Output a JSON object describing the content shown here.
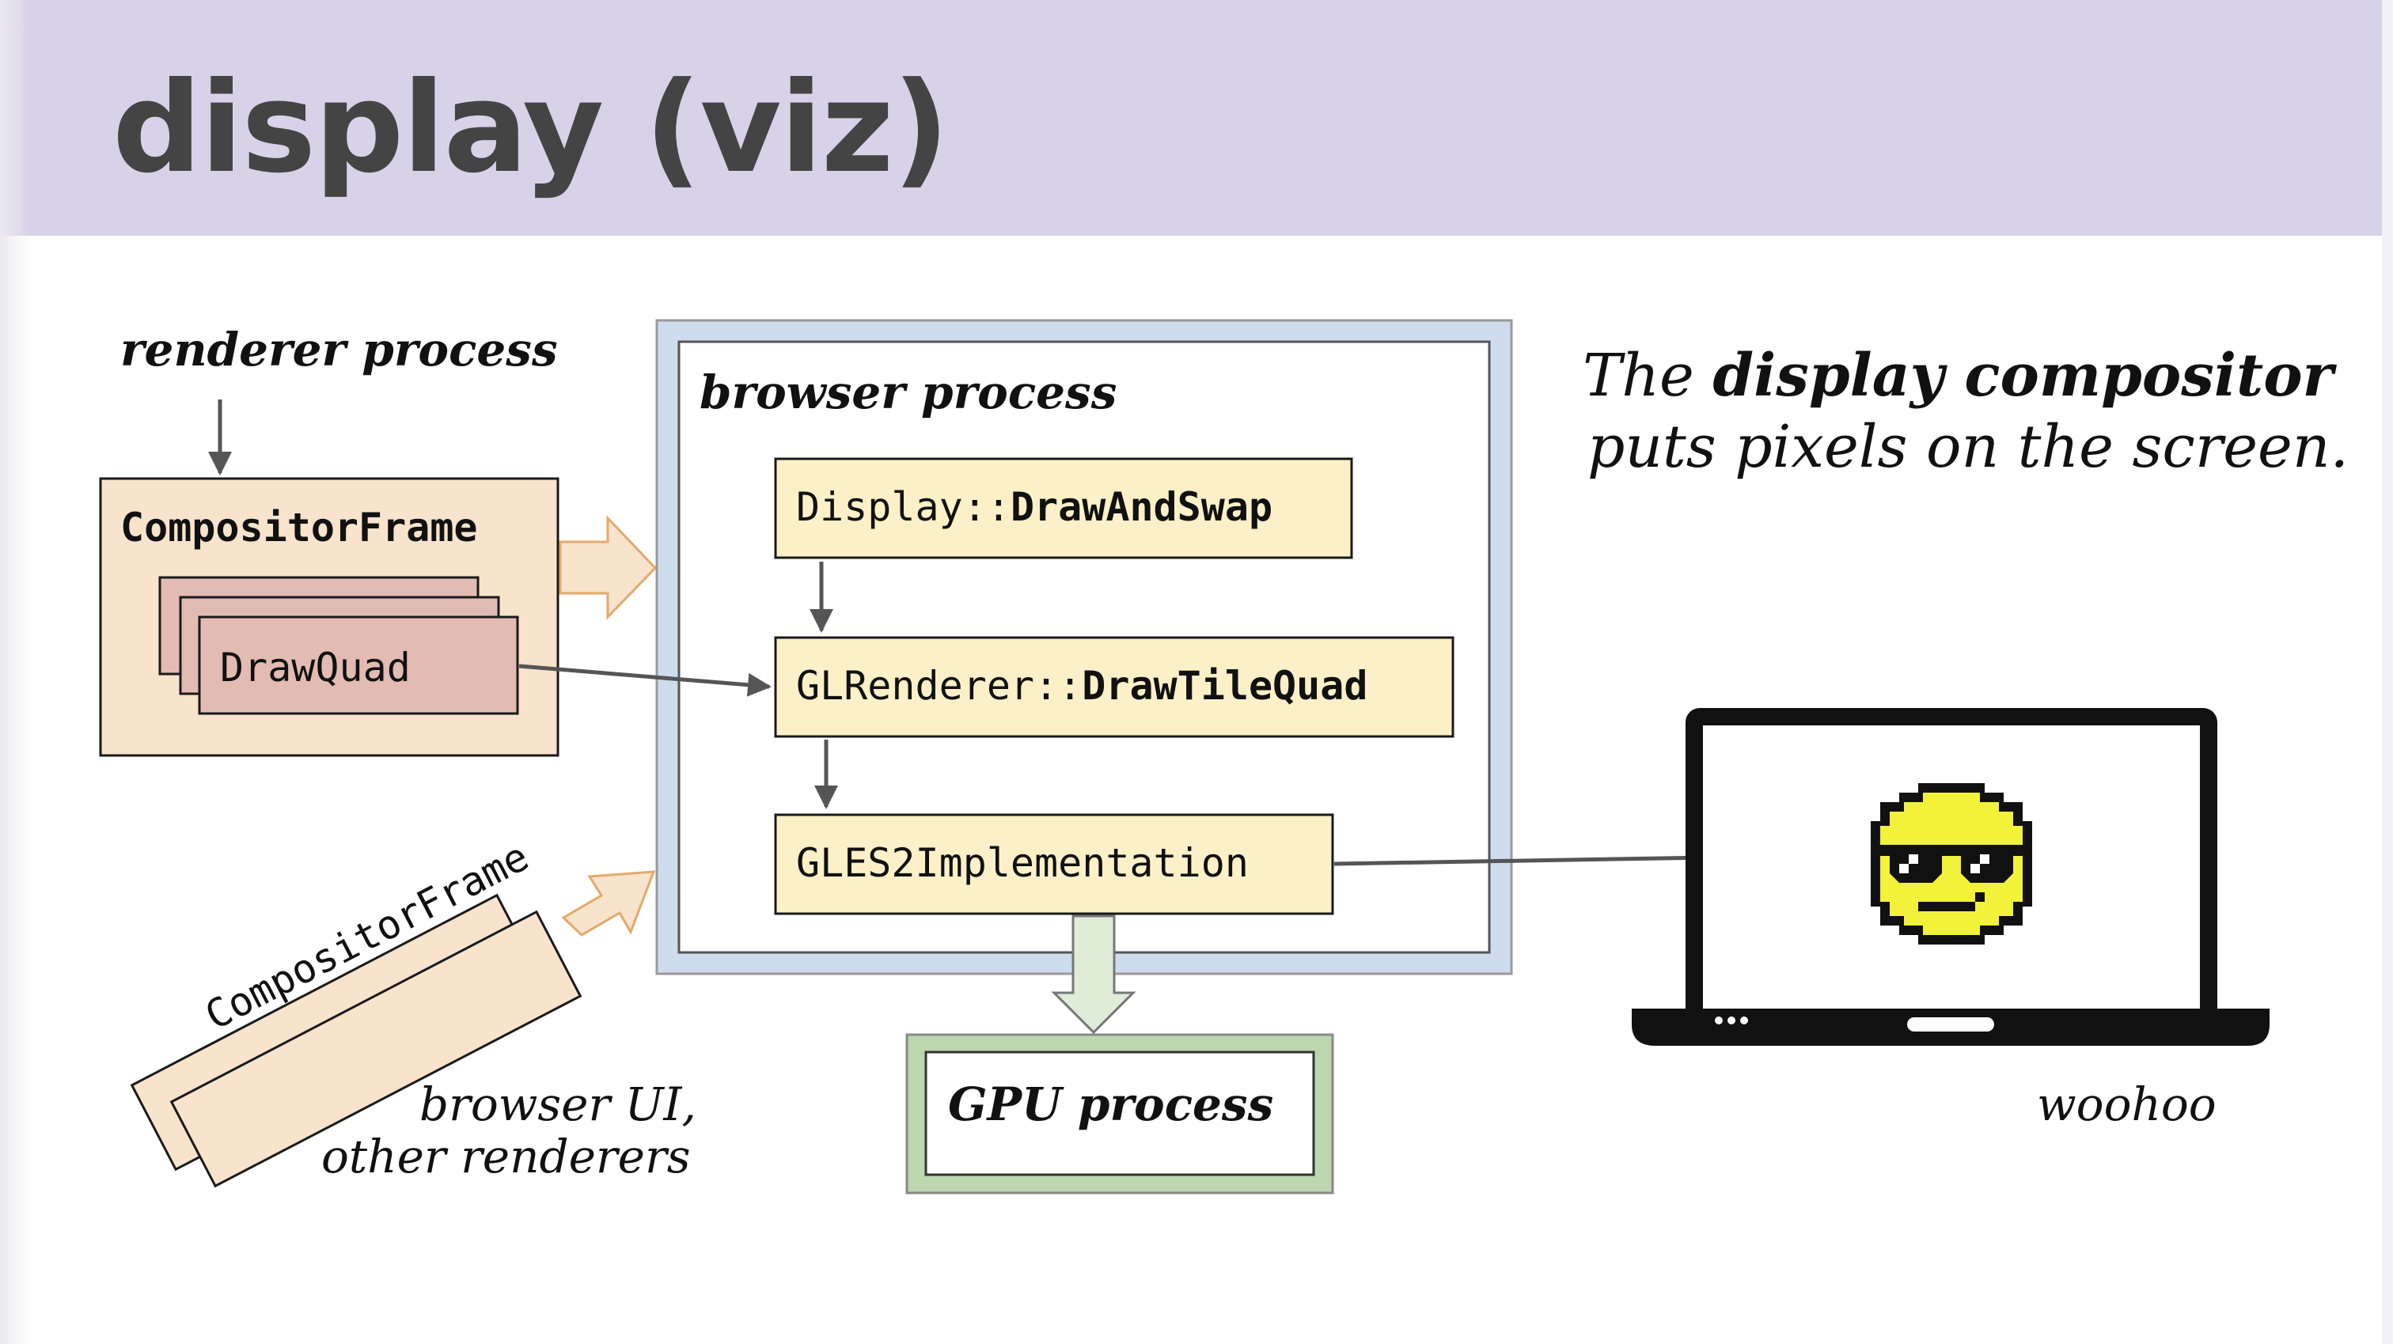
{
  "slide": {
    "title": "display (viz)"
  },
  "renderer": {
    "label": "renderer process",
    "frame_label": "CompositorFrame",
    "quad_label": "DrawQuad"
  },
  "browser": {
    "label": "browser process",
    "step1_prefix": "Display::",
    "step1_bold": "DrawAndSwap",
    "step2_prefix": "GLRenderer::",
    "step2_bold": "DrawTileQuad",
    "step3": "GLES2Implementation"
  },
  "gpu": {
    "label": "GPU process"
  },
  "others": {
    "frame_label": "CompositorFrame",
    "caption_line1": "browser UI,",
    "caption_line2": "other renderers"
  },
  "description": {
    "line1_prefix": "The ",
    "line1_bold": "display compositor",
    "line2": "puts pixels on the screen."
  },
  "screen": {
    "icon": "sunglasses-smiley-icon",
    "caption": "woohoo"
  },
  "colors": {
    "header_bg": "#d7d2e8",
    "frame_fill": "#f8e3cc",
    "quad_fill": "#e2bbb3",
    "step_fill": "#fcf0c8",
    "browser_border": "#cfdcee",
    "gpu_border": "#bcd6b0",
    "smiley_yellow": "#f2f23a"
  }
}
